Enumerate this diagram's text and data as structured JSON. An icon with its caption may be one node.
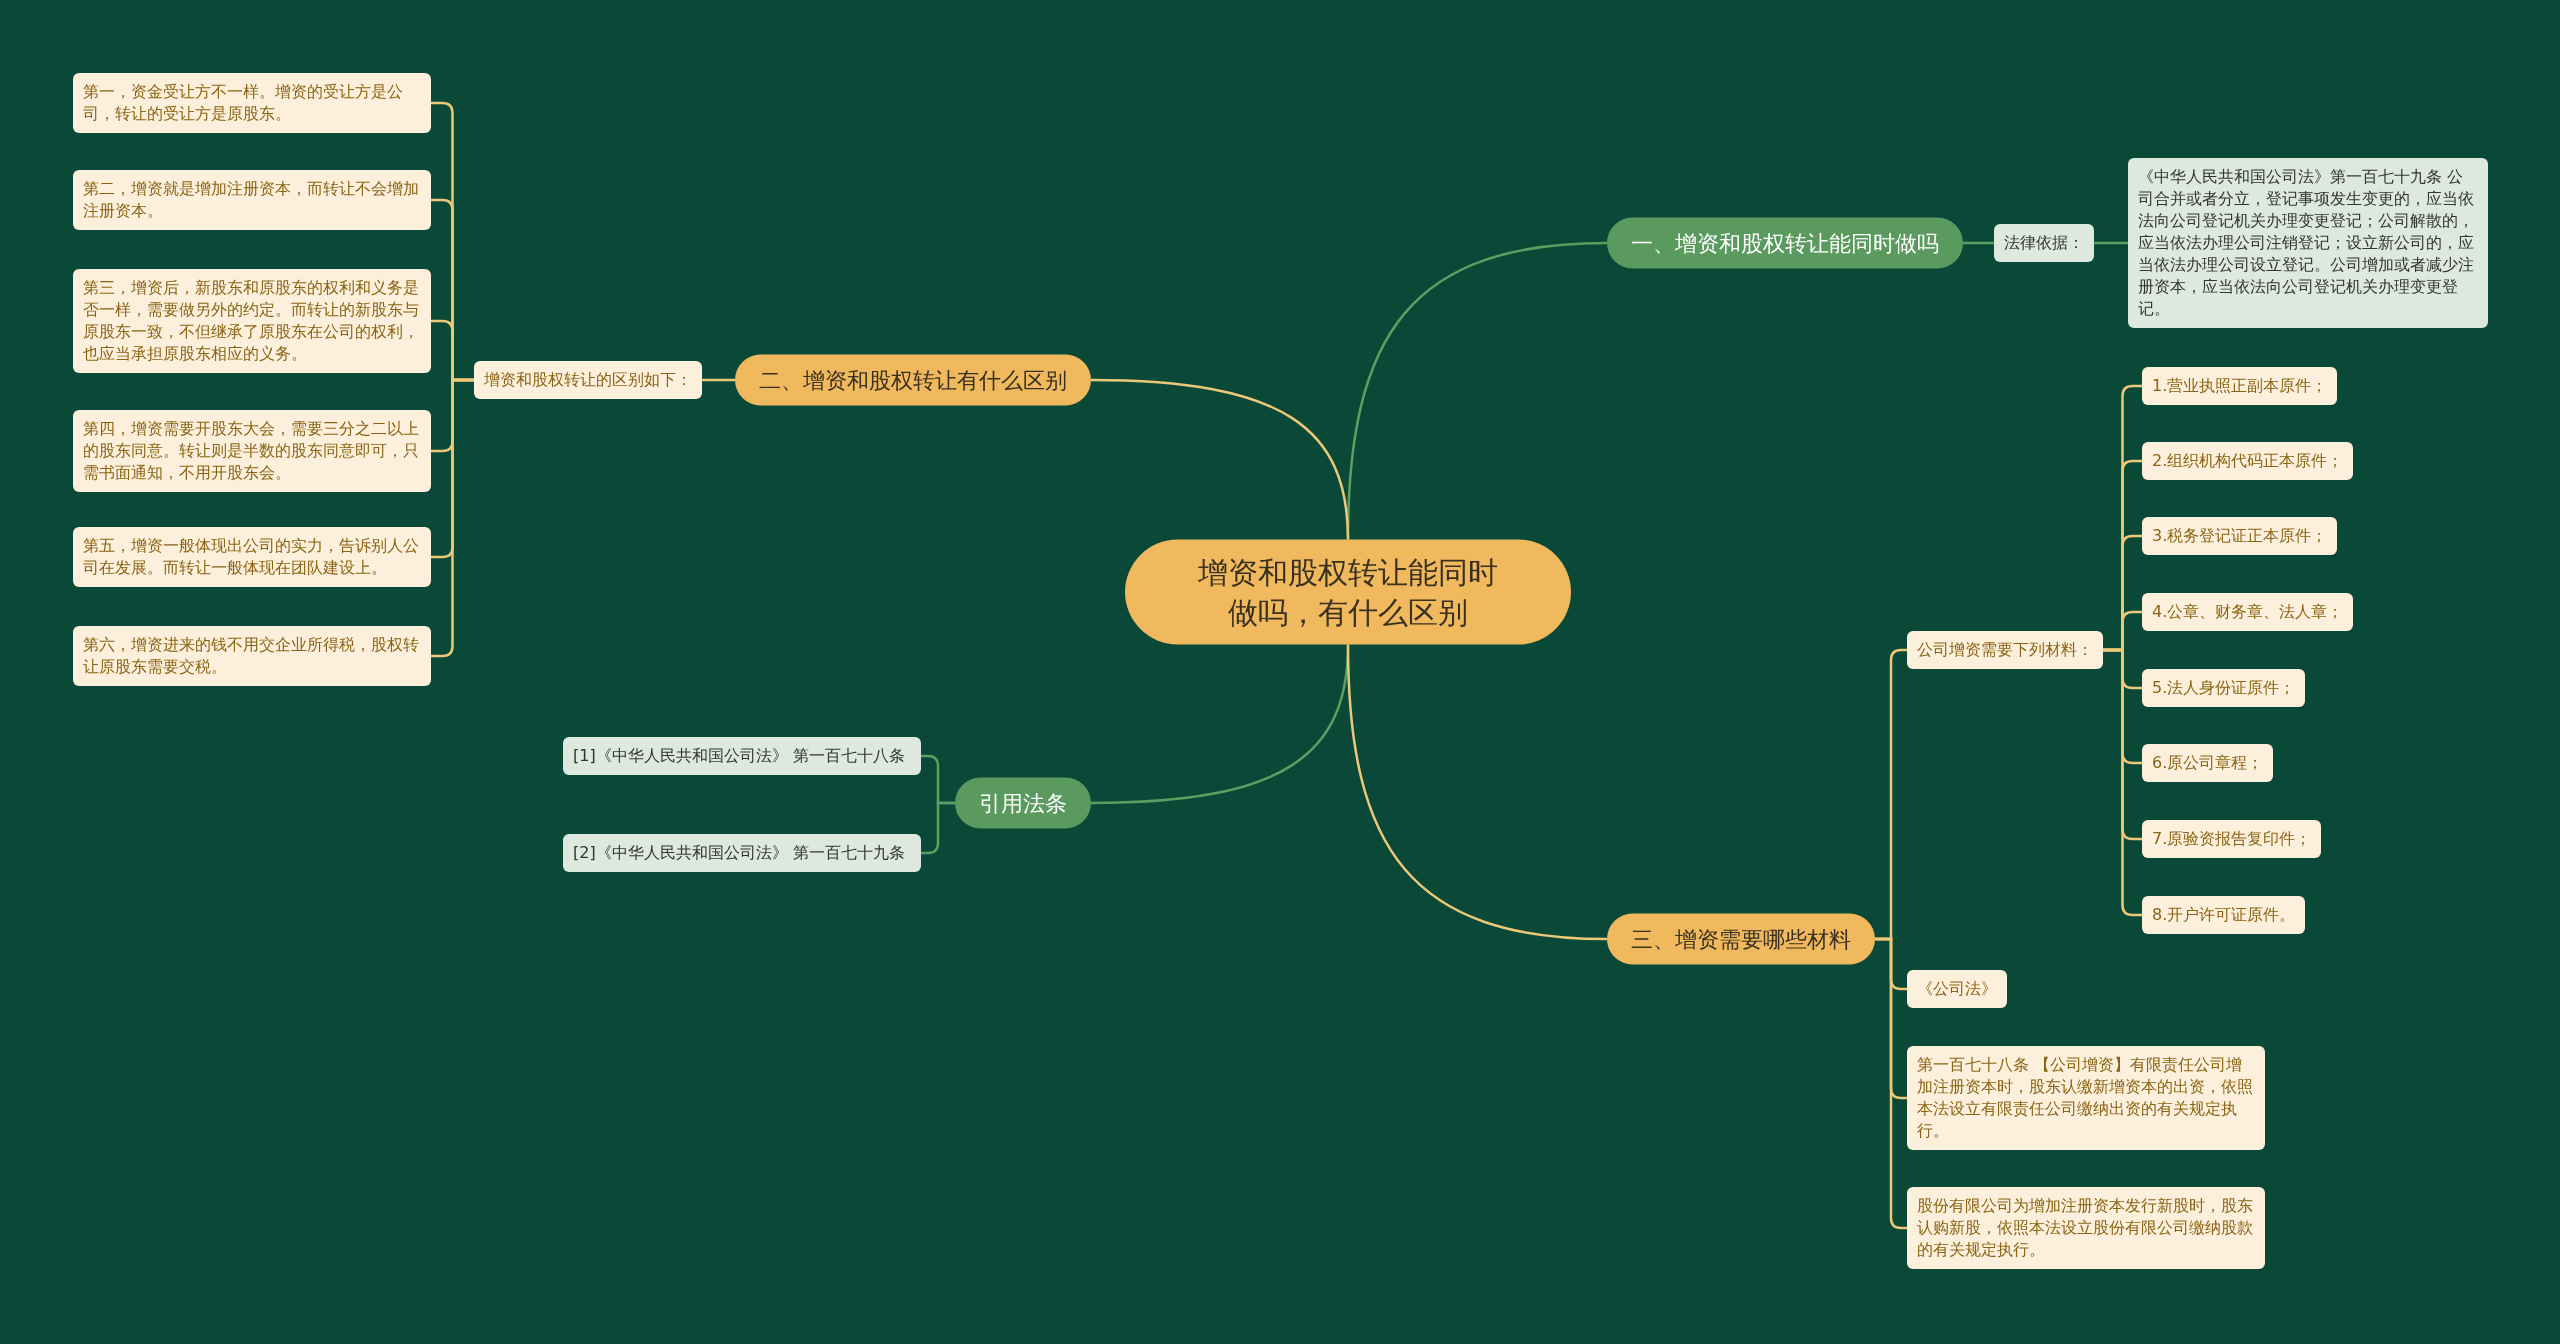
{
  "diagram": {
    "nodes": [
      {
        "text": [
          "增资和股权转让能同时做吗，有什么区别"
        ]
      },
      {
        "text": [
          "一、增资和股权转让能同时做吗"
        ]
      },
      {
        "text": [
          "法律依据："
        ]
      },
      {
        "text": [
          "《中华人民共和国公司法》第一百七十九条 公司合并或者分立，登记事项发生变更的，应当依法向公司登记机关办理变更登记；公司解散的，应当依法办理公司注销登记；设立新公司的，应当依法办理公司设立登记。公司增加或者减少注册资本，应当依法向公司登记机关办理变更登记。"
        ]
      },
      {
        "text": [
          "二、增资和股权转让有什么区别"
        ]
      },
      {
        "text": [
          "增资和股权转让的区别如下："
        ]
      },
      {
        "text": [
          "第一，资金受让方不一样。增资的受让方是公司，转让的受让方是原股东。"
        ]
      },
      {
        "text": [
          "第二，增资就是增加注册资本，而转让不会增加注册资本。"
        ]
      },
      {
        "text": [
          "第三，增资后，新股东和原股东的权利和义务是否一样，需要做另外的约定。而转让的新股东与原股东一致，不但继承了原股东在公司的权利，也应当承担原股东相应的义务。"
        ]
      },
      {
        "text": [
          "第四，增资需要开股东大会，需要三分之二以上的股东同意。转让则是半数的股东同意即可，只需书面通知，不用开股东会。"
        ]
      },
      {
        "text": [
          "第五，增资一般体现出公司的实力，告诉别人公司在发展。而转让一般体现在团队建设上。"
        ]
      },
      {
        "text": [
          "第六，增资进来的钱不用交企业所得税，股权转让原股东需要交税。"
        ]
      },
      {
        "text": [
          "引用法条"
        ]
      },
      {
        "text": [
          "[1]《中华人民共和国公司法》 第一百七十八条"
        ]
      },
      {
        "text": [
          "[2]《中华人民共和国公司法》 第一百七十九条"
        ]
      },
      {
        "text": [
          "三、增资需要哪些材料"
        ]
      },
      {
        "text": [
          "公司增资需要下列材料："
        ]
      },
      {
        "text": [
          "1.营业执照正副本原件；"
        ]
      },
      {
        "text": [
          "2.组织机构代码正本原件；"
        ]
      },
      {
        "text": [
          "3.税务登记证正本原件；"
        ]
      },
      {
        "text": [
          "4.公章、财务章、法人章；"
        ]
      },
      {
        "text": [
          "5.法人身份证原件；"
        ]
      },
      {
        "text": [
          "6.原公司章程；"
        ]
      },
      {
        "text": [
          "7.原验资报告复印件；"
        ]
      },
      {
        "text": [
          "8.开户许可证原件。"
        ]
      },
      {
        "text": [
          "《公司法》"
        ]
      },
      {
        "text": [
          "第一百七十八条 【公司增资】有限责任公司增加注册资本时，股东认缴新增资本的出资，依照本法设立有限责任公司缴纳出资的有关规定执行。"
        ]
      },
      {
        "text": [
          "股份有限公司为增加注册资本发行新股时，股东认购新股，依照本法设立股份有限公司缴纳股款的有关规定执行。"
        ]
      }
    ],
    "edges": [
      {
        "from": 0,
        "to": 1,
        "arrow": "none",
        "color": "#5e9e62"
      },
      {
        "from": 1,
        "to": 2,
        "arrow": "none",
        "color": "#5e9e62"
      },
      {
        "from": 2,
        "to": 3,
        "arrow": "none",
        "color": "#5e9e62"
      },
      {
        "from": 0,
        "to": 4,
        "arrow": "none"
      },
      {
        "from": 4,
        "to": 5,
        "arrow": "none"
      },
      {
        "from": 5,
        "to": 6,
        "arrow": "none"
      },
      {
        "from": 5,
        "to": 7,
        "arrow": "none"
      },
      {
        "from": 5,
        "to": 8,
        "arrow": "none"
      },
      {
        "from": 5,
        "to": 9,
        "arrow": "none"
      },
      {
        "from": 5,
        "to": 10,
        "arrow": "none"
      },
      {
        "from": 5,
        "to": 11,
        "arrow": "none"
      },
      {
        "from": 0,
        "to": 12,
        "arrow": "none",
        "color": "#5e9e62"
      },
      {
        "from": 12,
        "to": 13,
        "arrow": "none",
        "color": "#5e9e62"
      },
      {
        "from": 12,
        "to": 14,
        "arrow": "none",
        "color": "#5e9e62"
      },
      {
        "from": 0,
        "to": 15,
        "arrow": "none"
      },
      {
        "from": 15,
        "to": 16,
        "arrow": "none"
      },
      {
        "from": 16,
        "to": 17,
        "arrow": "none"
      },
      {
        "from": 16,
        "to": 18,
        "arrow": "none"
      },
      {
        "from": 16,
        "to": 19,
        "arrow": "none"
      },
      {
        "from": 16,
        "to": 20,
        "arrow": "none"
      },
      {
        "from": 16,
        "to": 21,
        "arrow": "none"
      },
      {
        "from": 16,
        "to": 22,
        "arrow": "none"
      },
      {
        "from": 16,
        "to": 23,
        "arrow": "none"
      },
      {
        "from": 16,
        "to": 24,
        "arrow": "none"
      },
      {
        "from": 15,
        "to": 25,
        "arrow": "none"
      },
      {
        "from": 15,
        "to": 26,
        "arrow": "none"
      },
      {
        "from": 15,
        "to": 27,
        "arrow": "none"
      }
    ]
  }
}
